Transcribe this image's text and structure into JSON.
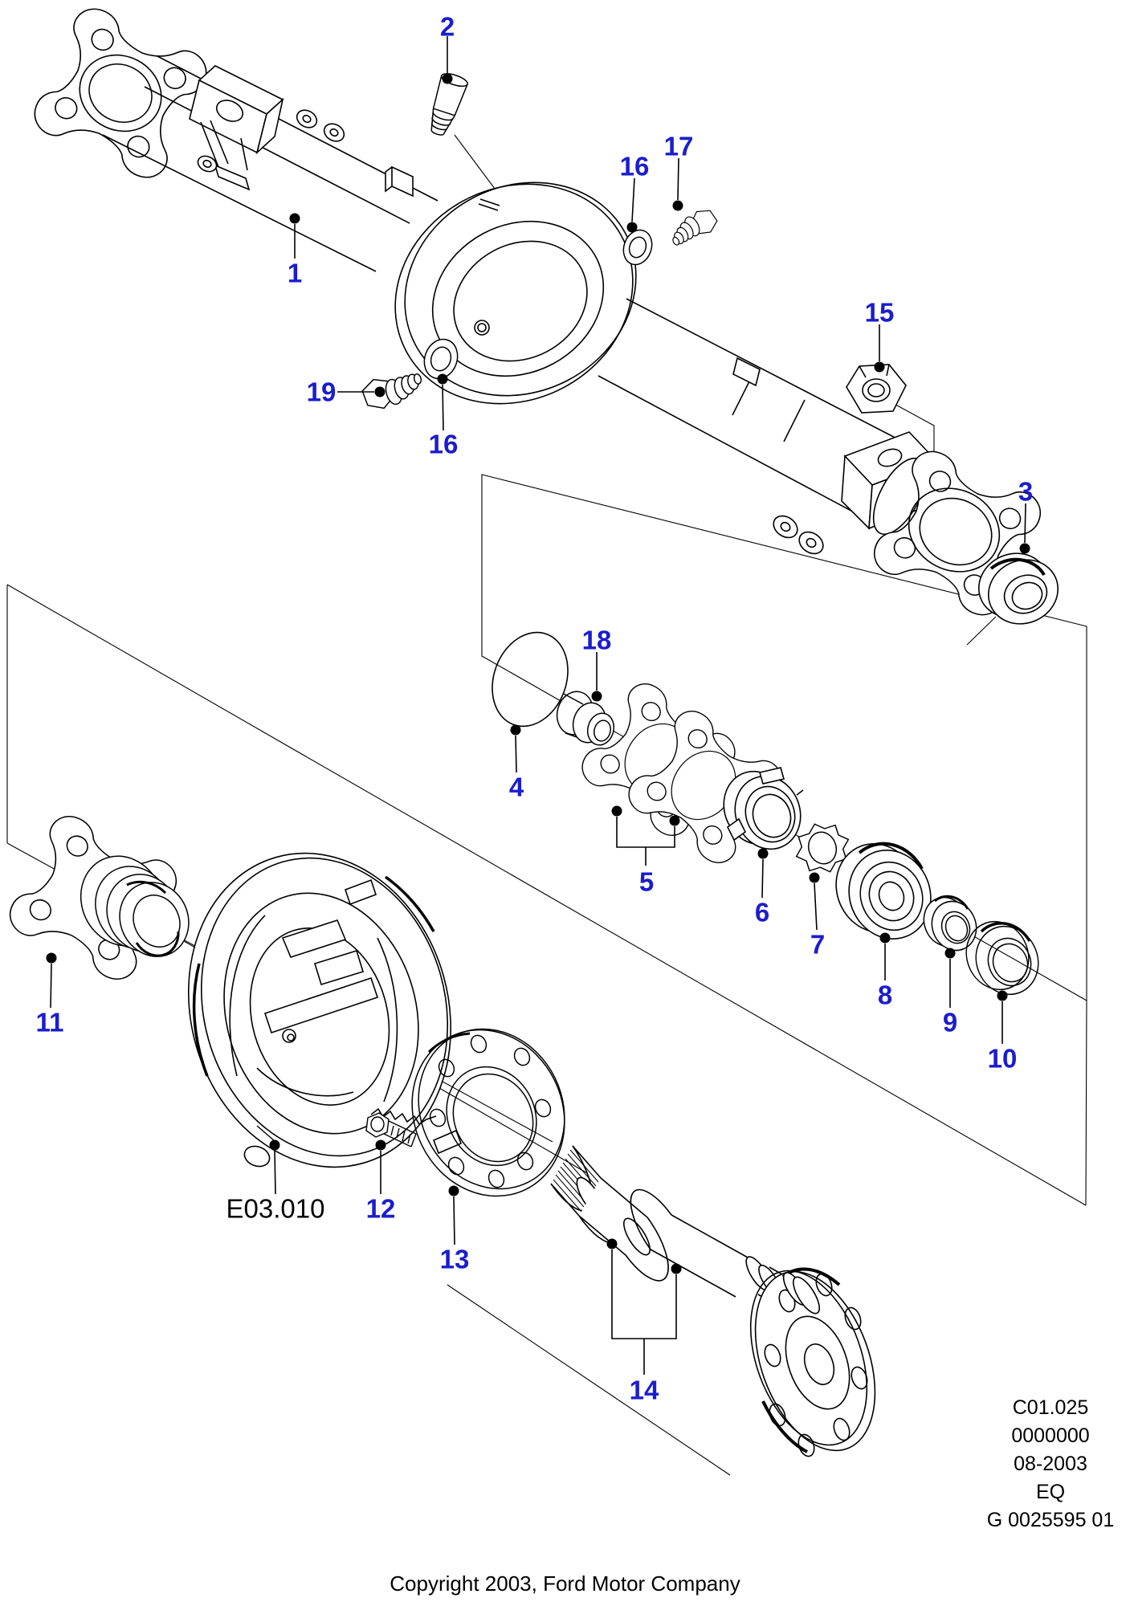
{
  "diagram": {
    "callouts": [
      {
        "label": "1"
      },
      {
        "label": "2"
      },
      {
        "label": "16"
      },
      {
        "label": "17"
      },
      {
        "label": "15"
      },
      {
        "label": "19"
      },
      {
        "label": "16"
      },
      {
        "label": "3"
      },
      {
        "label": "18"
      },
      {
        "label": "4"
      },
      {
        "label": "5"
      },
      {
        "label": "6"
      },
      {
        "label": "7"
      },
      {
        "label": "8"
      },
      {
        "label": "9"
      },
      {
        "label": "10"
      },
      {
        "label": "11"
      },
      {
        "label": "12"
      },
      {
        "label": "13"
      },
      {
        "label": "14"
      }
    ],
    "reference_label": "E03.010",
    "info_block": [
      "C01.025",
      "0000000",
      "08-2003",
      "EQ",
      "G 0025595 01"
    ],
    "footer": {
      "copyright": "Copyright 2003, Ford Motor Company"
    },
    "colors": {
      "callout_blue": "#1a1ecc",
      "line_black": "#000000",
      "background": "#ffffff"
    }
  }
}
